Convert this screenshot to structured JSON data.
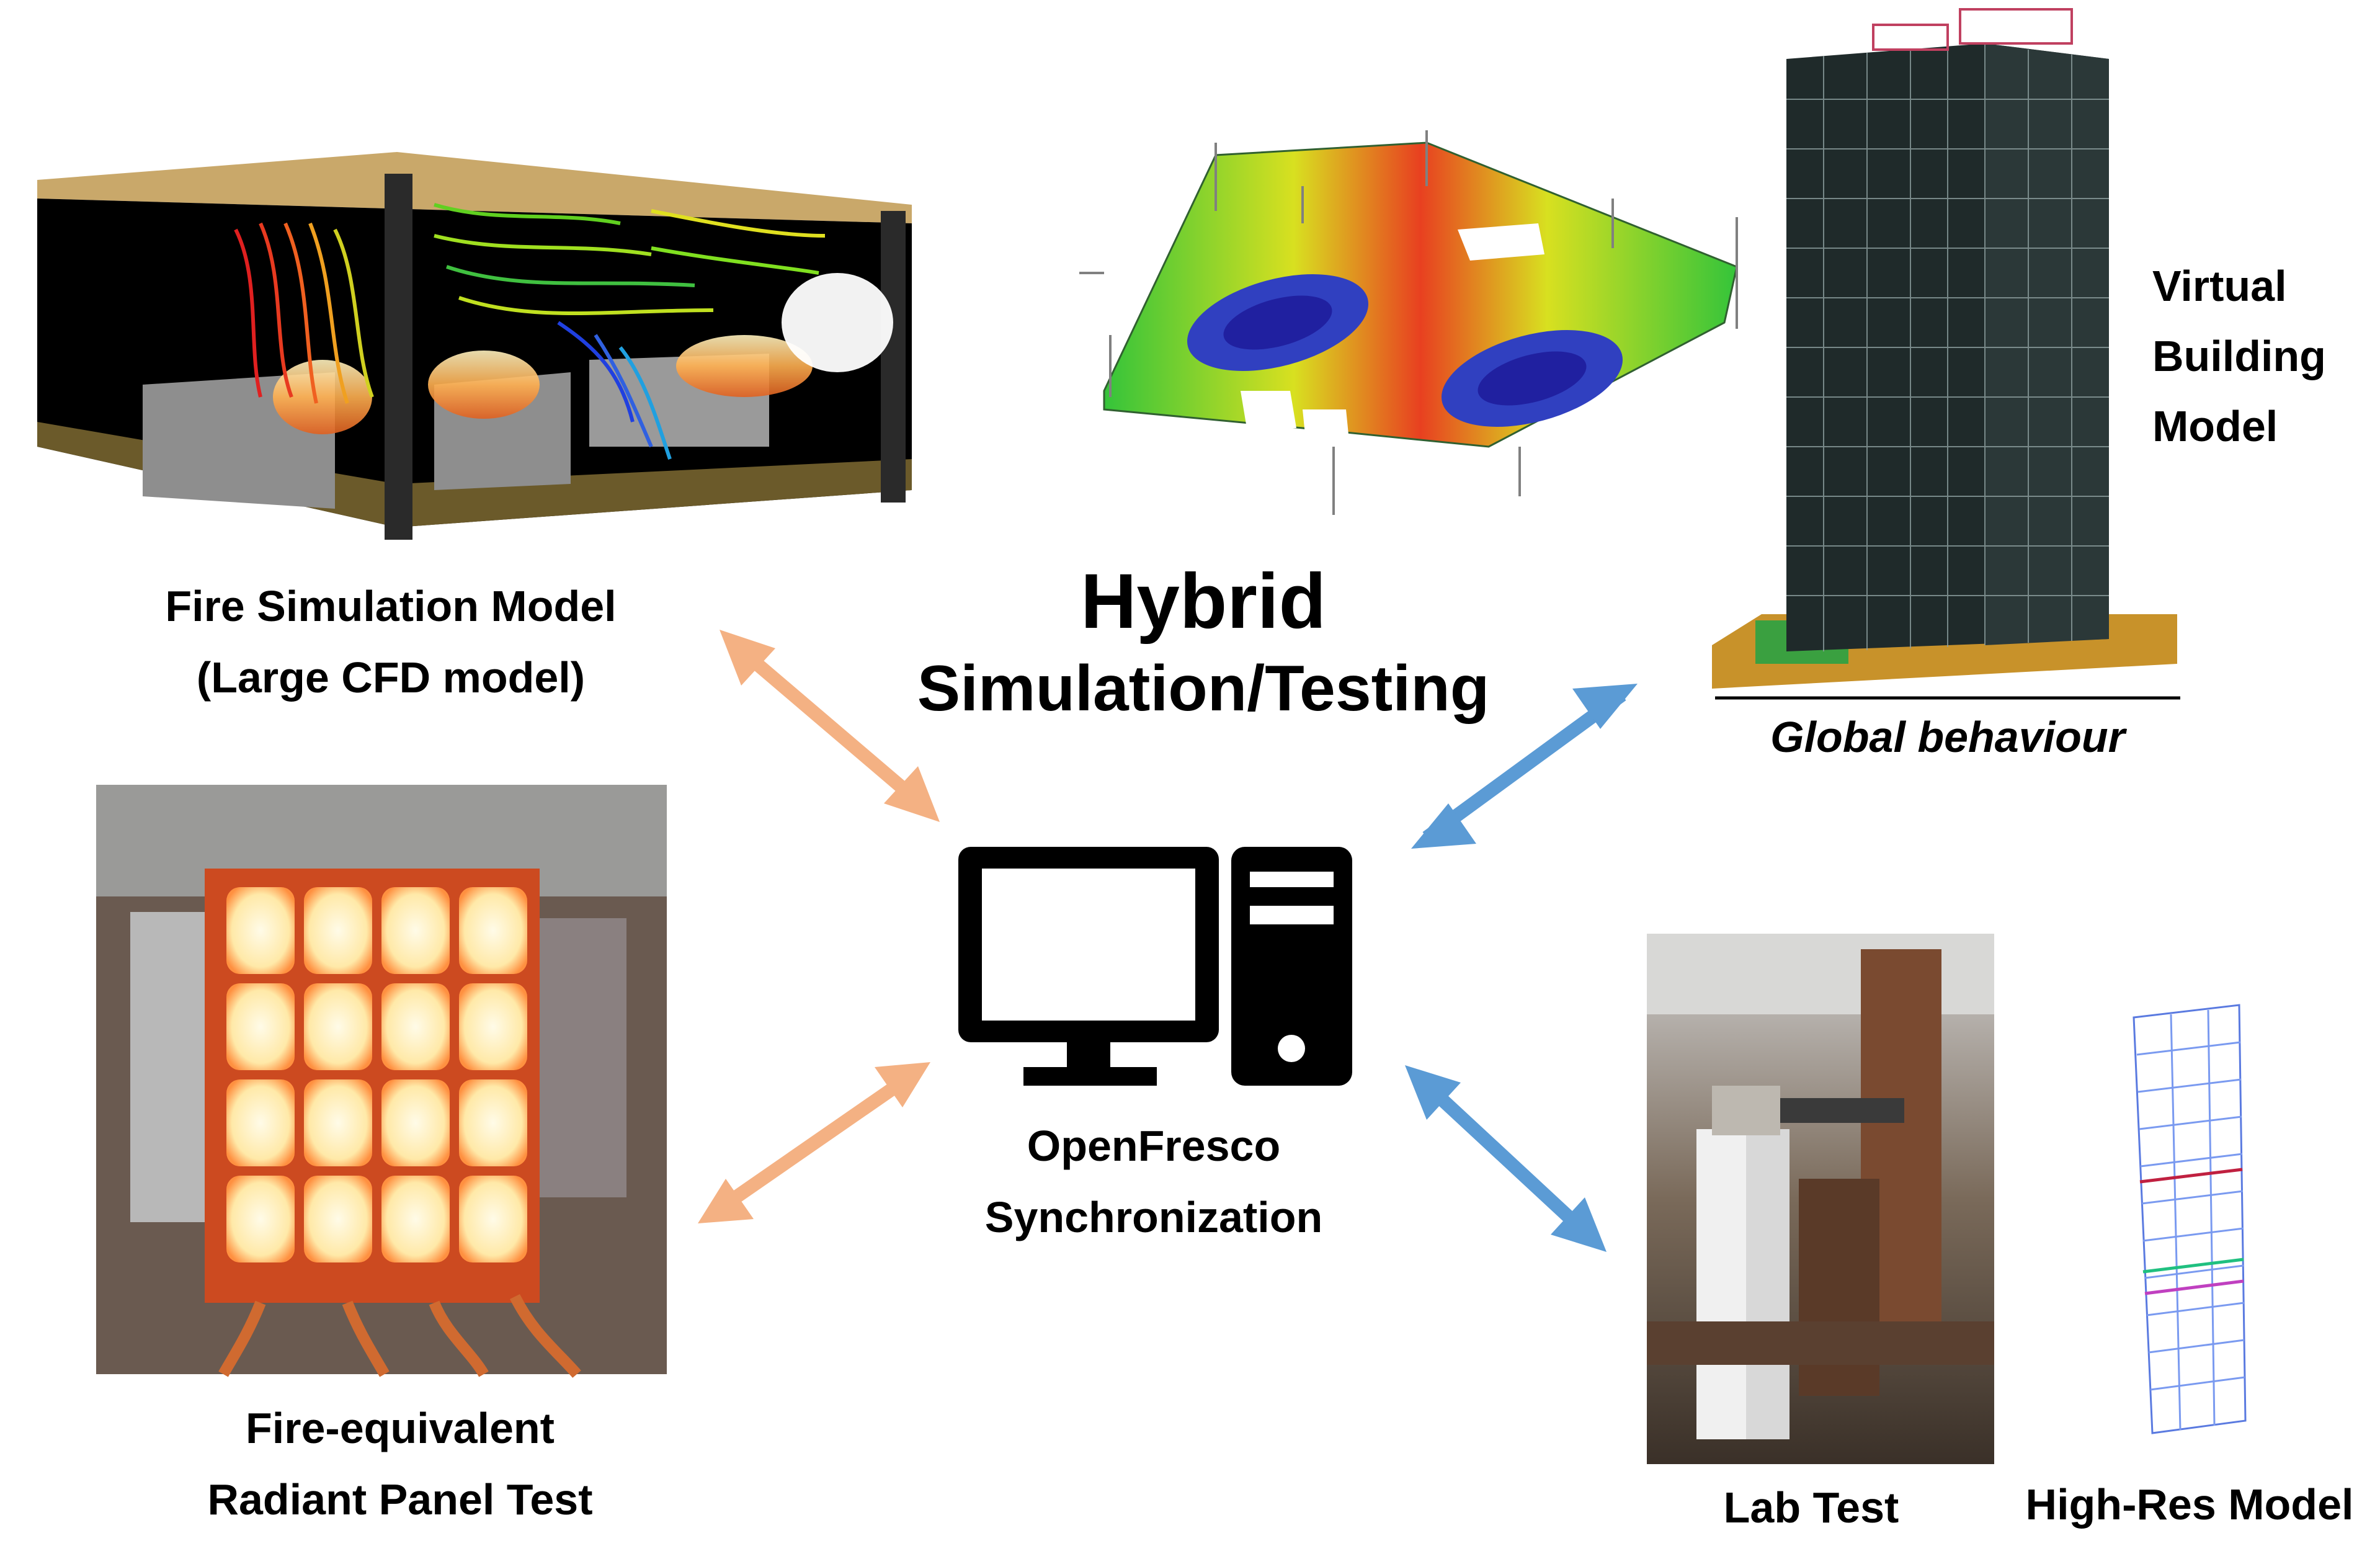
{
  "labels": {
    "fire_sim": {
      "line1": "Fire Simulation Model",
      "line2": "(Large CFD model)"
    },
    "hybrid": {
      "line1": "Hybrid",
      "line2": "Simulation/Testing"
    },
    "virtual_building": {
      "line1": "Virtual",
      "line2": "Building",
      "line3": "Model"
    },
    "global_behaviour": "Global behaviour",
    "openfresco": {
      "line1": "OpenFresco",
      "line2": "Synchronization"
    },
    "radiant_panel": {
      "line1": "Fire-equivalent",
      "line2": "Radiant Panel Test"
    },
    "lab_test": "Lab Test",
    "high_res": "High-Res Model"
  },
  "colors": {
    "orange_arrow": "#f4b183",
    "blue_arrow": "#5b9bd5",
    "icon": "#000000"
  },
  "icons": {
    "computer": "desktop-computer-icon"
  }
}
